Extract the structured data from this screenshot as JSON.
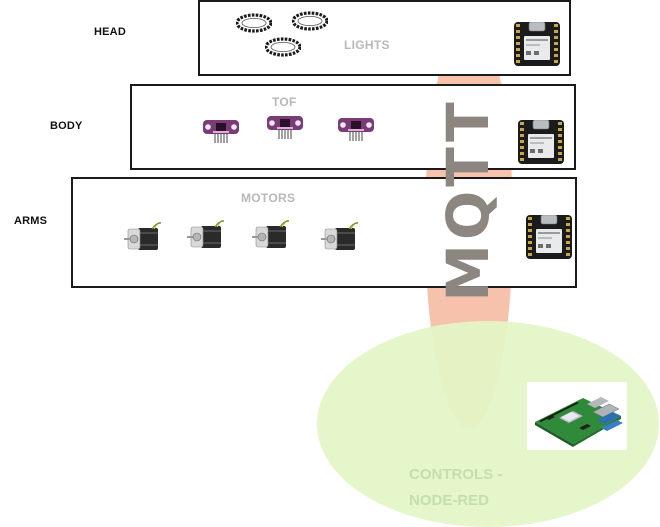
{
  "layers": {
    "head": {
      "label": "HEAD",
      "section": "LIGHTS"
    },
    "body": {
      "label": "BODY",
      "section": "TOF"
    },
    "arms": {
      "label": "ARMS",
      "section": "MOTORS"
    }
  },
  "bus": {
    "label": "MQTT"
  },
  "controls": {
    "line1": "CONTROLS -",
    "line2": "NODE-RED"
  },
  "colors": {
    "frame": "#1a1a1a",
    "mqtt_fill": "#f6b9a0",
    "controls_fill": "#e3f6c6",
    "section_label": "#b8b8b8",
    "controls_label": "#c5ddb0",
    "mqtt_label": "#8c8580",
    "tof_board": "#7a3c78"
  },
  "icons": {
    "microcontroller": "xiao-board-icon",
    "light": "led-ring-icon",
    "sensor": "tof-sensor-icon",
    "motor": "stepper-motor-icon",
    "controller": "raspberry-pi-icon"
  }
}
